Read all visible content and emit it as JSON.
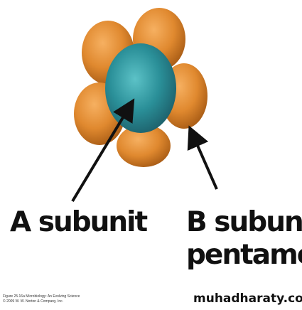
{
  "labels": {
    "a_subunit": "A subunit",
    "b_subunit_line1": "B subunit",
    "b_subunit_line2": "pentamer"
  },
  "caption": {
    "line1": "Figure 25.16a  Microbiology: An Evolving Science",
    "line2": "© 2009 W. W. Norton & Company, Inc."
  },
  "watermark": "muhadharaty.com",
  "colors": {
    "a_subunit": "#2a8f98",
    "b_subunit": "#e0892f",
    "arrow": "#111111"
  }
}
